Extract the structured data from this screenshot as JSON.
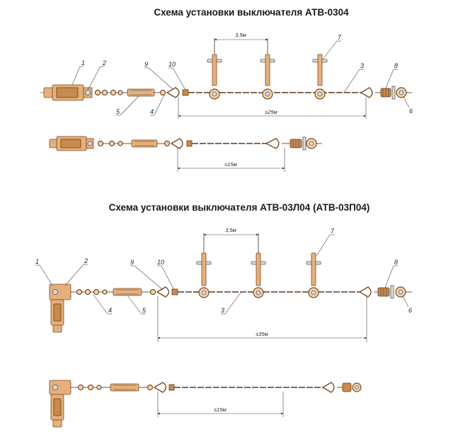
{
  "scheme_1": {
    "title": "Схема установки выключателя АТВ-0304",
    "callouts": [
      "1",
      "2",
      "9",
      "10",
      "7",
      "3",
      "8",
      "5",
      "4",
      "6"
    ],
    "dim_spacing": "3,5м",
    "dim_span": "≤25м",
    "dim_variant": "≤15м"
  },
  "scheme_2": {
    "title": "Схема установки выключателя АТВ-03Л04 (АТВ-03П04)",
    "callouts": [
      "1",
      "2",
      "9",
      "10",
      "7",
      "8",
      "4",
      "5",
      "3",
      "6"
    ],
    "dim_spacing": "3,5м",
    "dim_span": "≤35м",
    "dim_variant": "≤15м"
  },
  "colors": {
    "part_fill": "#e5b07c",
    "part_stroke": "#7a4a20",
    "cable": "#5a3a22"
  }
}
